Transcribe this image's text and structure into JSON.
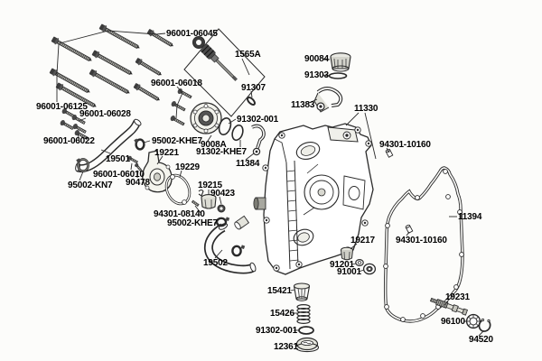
{
  "diagram": {
    "type": "exploded-parts-diagram",
    "subject": "engine right crankcase cover and water pump exploded view",
    "colors": {
      "background": "#fcfcfa",
      "line": "#2a2a2a",
      "label": "#000000"
    },
    "labels": [
      {
        "text": "96001-06045"
      },
      {
        "text": "1565A"
      },
      {
        "text": "91307"
      },
      {
        "text": "96001-06018"
      },
      {
        "text": "96001-06125"
      },
      {
        "text": "96001-06028"
      },
      {
        "text": "96001-06022"
      },
      {
        "text": "95002-KHE7"
      },
      {
        "text": "19221"
      },
      {
        "text": "19501"
      },
      {
        "text": "96001-06010"
      },
      {
        "text": "90478"
      },
      {
        "text": "95002-KN7"
      },
      {
        "text": "9008A"
      },
      {
        "text": "91302-KHE7"
      },
      {
        "text": "91302-001"
      },
      {
        "text": "11384"
      },
      {
        "text": "19229"
      },
      {
        "text": "19215"
      },
      {
        "text": "90423"
      },
      {
        "text": "90084"
      },
      {
        "text": "91303"
      },
      {
        "text": "11383"
      },
      {
        "text": "11330"
      },
      {
        "text": "94301-10160"
      },
      {
        "text": "11394"
      },
      {
        "text": "94301-10160"
      },
      {
        "text": "94301-08140"
      },
      {
        "text": "95002-KHE7"
      },
      {
        "text": "19502"
      },
      {
        "text": "19217"
      },
      {
        "text": "91201"
      },
      {
        "text": "91001"
      },
      {
        "text": "15421"
      },
      {
        "text": "15426"
      },
      {
        "text": "91302-001"
      },
      {
        "text": "12361"
      },
      {
        "text": "19231"
      },
      {
        "text": "96100"
      },
      {
        "text": "94520"
      }
    ]
  }
}
